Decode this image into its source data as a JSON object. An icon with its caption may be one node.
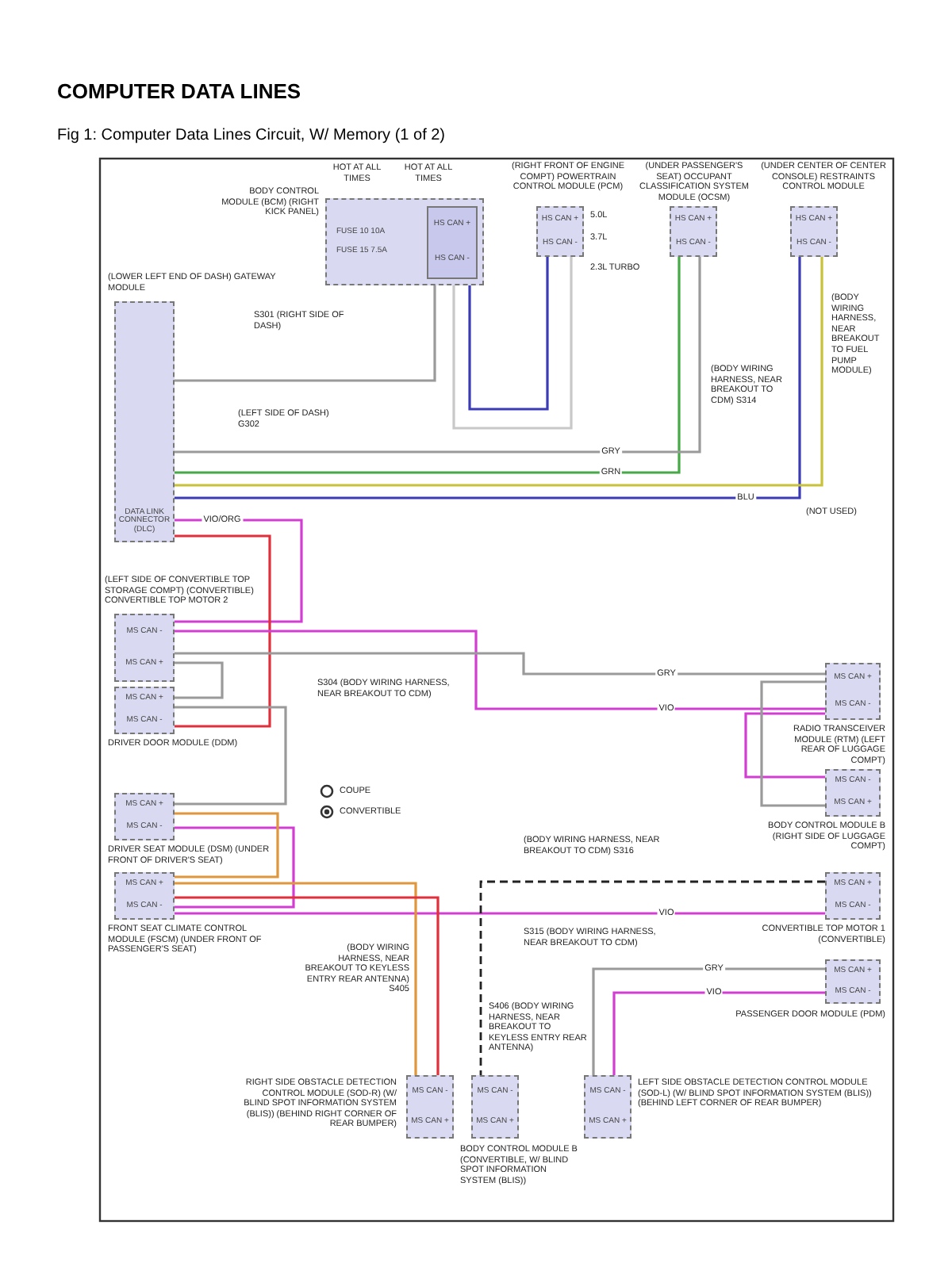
{
  "diagram": {
    "title": "COMPUTER DATA LINES",
    "caption": "Fig 1: Computer Data Lines Circuit, W/ Memory (1 of 2)",
    "nodes": [
      {
        "text": [
          "DATA LINK CONNECTOR (DLC)"
        ],
        "beside": [
          "(LOWER LEFT END OF DASH) GATEWAY MODULE"
        ]
      },
      {
        "text": [
          "FUSE 10 10A",
          "FUSE 15 7.5A"
        ],
        "beside": [
          "BODY CONTROL MODULE (BCM) (RIGHT KICK PANEL)"
        ]
      },
      {
        "text": [
          "HS CAN +",
          "HS CAN -"
        ],
        "in": 1
      },
      {
        "text": [
          "HS CAN +",
          "HS CAN -"
        ],
        "beside": [
          "(RIGHT FRONT OF ENGINE COMPT) POWERTRAIN CONTROL MODULE (PCM)"
        ]
      },
      {
        "text": [
          "HS CAN +",
          "HS CAN -"
        ],
        "beside": [
          "(UNDER PASSENGER'S SEAT) OCCUPANT CLASSIFICATION SYSTEM MODULE (OCSM)"
        ]
      },
      {
        "text": [
          "HS CAN +",
          "HS CAN -"
        ],
        "beside": [
          "(UNDER CENTER OF CENTER CONSOLE) RESTRAINTS CONTROL MODULE"
        ]
      },
      {
        "text": [
          "MS CAN -",
          "MS CAN +"
        ],
        "beside": [
          "(LEFT SIDE OF CONVERTIBLE TOP STORAGE COMPT) (CONVERTIBLE) CONVERTIBLE TOP MOTOR 2"
        ]
      },
      {
        "text": [
          "MS CAN +",
          "MS CAN -"
        ],
        "beside": [
          "DRIVER DOOR MODULE (DDM)"
        ]
      },
      {
        "text": [
          "MS CAN +",
          "MS CAN -"
        ],
        "beside": [
          "DRIVER SEAT MODULE (DSM) (UNDER FRONT OF DRIVER'S SEAT)"
        ]
      },
      {
        "text": [
          "MS CAN +",
          "MS CAN -"
        ],
        "beside": [
          "FRONT SEAT CLIMATE CONTROL MODULE (FSCM) (UNDER FRONT OF PASSENGER'S SEAT)"
        ]
      },
      {
        "text": [
          "MS CAN +",
          "MS CAN -"
        ],
        "beside": [
          "RADIO TRANSCEIVER MODULE (RTM) (LEFT REAR OF LUGGAGE COMPT)"
        ]
      },
      {
        "text": [
          "MS CAN -",
          "MS CAN +"
        ],
        "beside": [
          "BODY CONTROL MODULE B (RIGHT SIDE OF LUGGAGE COMPT)"
        ]
      },
      {
        "text": [
          "MS CAN +",
          "MS CAN -"
        ],
        "beside": [
          "CONVERTIBLE TOP MOTOR 1 (CONVERTIBLE)"
        ]
      },
      {
        "text": [
          "MS CAN +",
          "MS CAN -"
        ],
        "beside": [
          "PASSENGER DOOR MODULE (PDM)"
        ]
      },
      {
        "text": [
          "MS CAN -",
          "MS CAN +"
        ],
        "beside": [
          "RIGHT SIDE OBSTACLE DETECTION CONTROL MODULE (SOD-R) (W/ BLIND SPOT INFORMATION SYSTEM (BLIS)) (BEHIND RIGHT CORNER OF REAR BUMPER)"
        ]
      },
      {
        "text": [
          "MS CAN -",
          "MS CAN +"
        ],
        "beside": [
          "BODY CONTROL MODULE B (CONVERTIBLE, W/ BLIND SPOT INFORMATION SYSTEM (BLIS))"
        ]
      },
      {
        "text": [
          "MS CAN -",
          "MS CAN +"
        ],
        "beside": [
          "LEFT SIDE OBSTACLE DETECTION CONTROL MODULE (SOD-L) (W/ BLIND SPOT INFORMATION SYSTEM (BLIS)) (BEHIND LEFT CORNER OF REAR BUMPER)"
        ]
      }
    ],
    "edges": [
      {
        "from": 0,
        "to": 2,
        "arrow": "none"
      },
      {
        "from": 2,
        "to": 3,
        "arrow": "none",
        "color": "#3b3bb5"
      },
      {
        "from": 2,
        "to": 3,
        "arrow": "none",
        "color": "#c8c8c8"
      },
      {
        "from": 0,
        "to": 4,
        "arrow": "none",
        "label": "GRN",
        "color": "#46a846"
      },
      {
        "from": 0,
        "to": 4,
        "arrow": "none",
        "label": "GRY"
      },
      {
        "from": 0,
        "to": 5,
        "arrow": "none",
        "label": "BLU",
        "color": "#3b3bb5"
      },
      {
        "from": 0,
        "to": 5,
        "arrow": "none",
        "color": "#c8c23a"
      },
      {
        "from": 0,
        "to": 6,
        "arrow": "none",
        "label": "VIO/ORG",
        "color": "#d23ed2"
      },
      {
        "from": 0,
        "to": 7,
        "arrow": "none",
        "color": "#e0303c"
      },
      {
        "from": 6,
        "to": 7,
        "arrow": "none"
      },
      {
        "from": 7,
        "to": 8,
        "arrow": "none"
      },
      {
        "from": 8,
        "to": 9,
        "arrow": "none",
        "color": "#d23ed2"
      },
      {
        "from": 8,
        "to": 9,
        "arrow": "none",
        "color": "#e0963c"
      },
      {
        "from": 6,
        "to": 10,
        "arrow": "none",
        "label": "VIO",
        "color": "#d23ed2"
      },
      {
        "from": 6,
        "to": 10,
        "arrow": "none",
        "label": "GRY"
      },
      {
        "from": 9,
        "to": 12,
        "arrow": "none",
        "label": "VIO",
        "color": "#d23ed2"
      },
      {
        "from": 9,
        "to": 14,
        "arrow": "none",
        "color": "#e0963c"
      },
      {
        "from": 9,
        "to": 14,
        "arrow": "none",
        "color": "#e0303c"
      },
      {
        "from": 12,
        "to": 15,
        "arrow": "none",
        "style": "dashed",
        "color": "#222222"
      },
      {
        "from": 13,
        "to": 16,
        "arrow": "none",
        "label": "VIO",
        "color": "#d23ed2"
      },
      {
        "from": 13,
        "to": 16,
        "arrow": "none",
        "label": "GRY"
      },
      {
        "from": 10,
        "to": 11,
        "arrow": "none",
        "color": "#d23ed2"
      },
      {
        "from": 10,
        "to": 11,
        "arrow": "none"
      }
    ],
    "labels": [
      "HOT AT ALL TIMES",
      "HOT AT ALL TIMES",
      "5.0L",
      "3.7L",
      "2.3L TURBO",
      "(BODY WIRING HARNESS, NEAR BREAKOUT TO FUEL PUMP MODULE)",
      "S301 (RIGHT SIDE OF DASH)",
      "(BODY WIRING HARNESS, NEAR BREAKOUT TO CDM) S314",
      "(LEFT SIDE OF DASH) G302",
      "(NOT USED)",
      "S304 (BODY WIRING HARNESS, NEAR BREAKOUT TO CDM)",
      "(BODY WIRING HARNESS, NEAR BREAKOUT TO CDM) S316",
      "S315 (BODY WIRING HARNESS, NEAR BREAKOUT TO CDM)",
      "(BODY WIRING HARNESS, NEAR BREAKOUT TO KEYLESS ENTRY REAR ANTENNA) S405",
      "S406 (BODY WIRING HARNESS, NEAR BREAKOUT TO KEYLESS ENTRY REAR ANTENNA)"
    ],
    "legend": [
      {
        "text": "COUPE"
      },
      {
        "text": "CONVERTIBLE"
      }
    ]
  }
}
